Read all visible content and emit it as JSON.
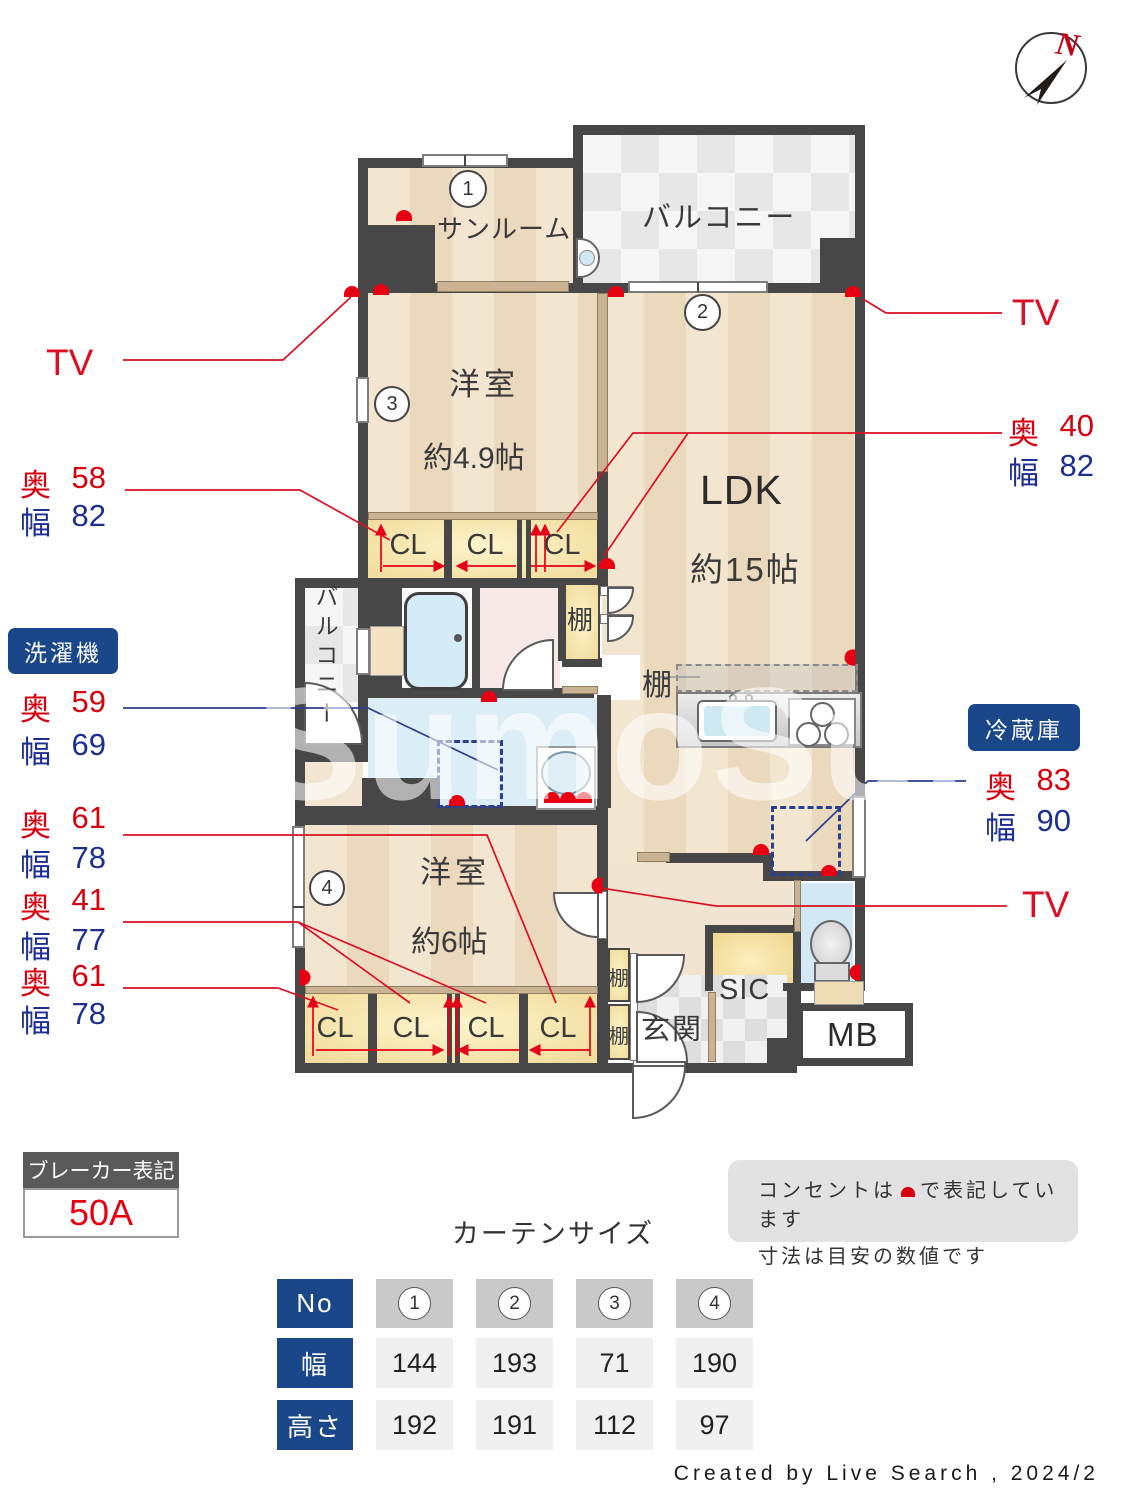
{
  "compass": {
    "north": "N"
  },
  "watermark": "SumoSumo",
  "plan": {
    "markers": {
      "m1": "1",
      "m2": "2",
      "m3": "3",
      "m4": "4"
    },
    "labels": {
      "cl": "CL",
      "shelf": "棚"
    },
    "rooms": {
      "sunroom": "サンルーム",
      "balcony_top": "バルコニー",
      "bedroom1": "洋室",
      "bedroom1_size": "約4.9帖",
      "ldk": "LDK",
      "ldk_size": "約15帖",
      "balcony_left": "バルコニー",
      "bedroom2": "洋室",
      "bedroom2_size": "約6帖",
      "entrance": "玄関",
      "sic": "SIC",
      "mb": "MB"
    }
  },
  "annotations": {
    "tv": "TV",
    "dim_labels": {
      "depth": "奥",
      "width": "幅"
    },
    "dims": {
      "cl_top_left": {
        "depth": "58",
        "width": "82"
      },
      "cl_top_right": {
        "depth": "40",
        "width": "82"
      },
      "washer": {
        "title": "洗濯機",
        "depth": "59",
        "width": "69"
      },
      "fridge": {
        "title": "冷蔵庫",
        "depth": "83",
        "width": "90"
      },
      "cl_bottom_a": {
        "depth": "61",
        "width": "78"
      },
      "cl_bottom_b": {
        "depth": "41",
        "width": "77"
      },
      "cl_bottom_c": {
        "depth": "61",
        "width": "78"
      }
    },
    "breaker": {
      "title": "ブレーカー表記",
      "value": "50A"
    },
    "note": {
      "line1_pre": "コンセントは",
      "line1_post": "で表記しています",
      "line2": "寸法は目安の数値です"
    }
  },
  "curtain_table": {
    "title": "カーテンサイズ",
    "row_headers": [
      "No",
      "幅",
      "高さ"
    ],
    "columns": [
      "1",
      "2",
      "3",
      "4"
    ],
    "width_values": [
      "144",
      "193",
      "71",
      "190"
    ],
    "height_values": [
      "192",
      "191",
      "112",
      "97"
    ]
  },
  "credit": "Created by Live Search , 2024/2"
}
